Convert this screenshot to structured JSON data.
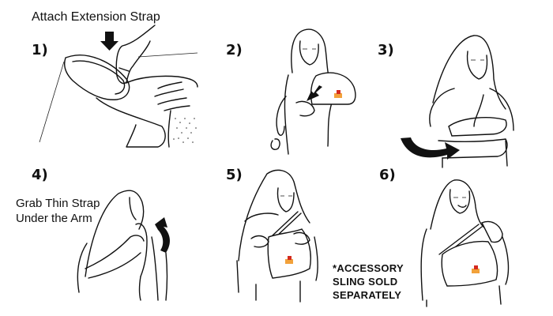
{
  "header": {
    "title": "Attach Extension Strap"
  },
  "steps": [
    {
      "number": "1)",
      "illustration": "hand-attaching-extension-strap-to-sling"
    },
    {
      "number": "2)",
      "illustration": "woman-putting-arm-in-sling-with-arrow"
    },
    {
      "number": "3)",
      "illustration": "woman-pulling-strap-around-arm-curved-arrow"
    },
    {
      "number": "4)",
      "illustration": "woman-grabbing-thin-strap-under-arm-curved-arrow",
      "caption_line1": "Grab Thin Strap",
      "caption_line2": "Under the Arm"
    },
    {
      "number": "5)",
      "illustration": "woman-fastening-strap-on-sling"
    },
    {
      "number": "6)",
      "illustration": "woman-wearing-completed-sling"
    }
  ],
  "note": {
    "line1": "*ACCESSORY",
    "line2": "SLING SOLD",
    "line3": "SEPARATELY"
  },
  "colors": {
    "ink": "#111111",
    "background": "#ffffff",
    "logo_red": "#d42a1e",
    "logo_orange": "#f2a13a"
  }
}
